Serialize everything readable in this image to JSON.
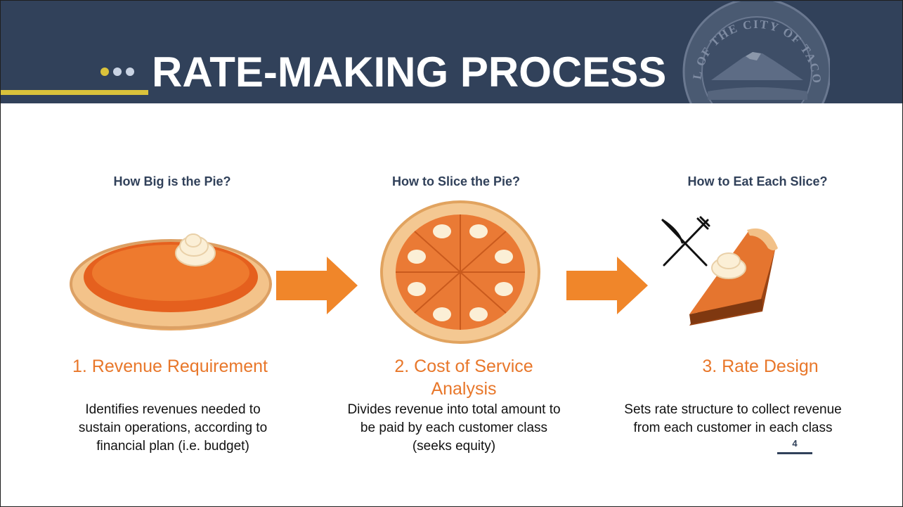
{
  "header": {
    "title": "RATE-MAKING PROCESS",
    "seal_text": "SEAL OF THE CITY OF TACOMA",
    "colors": {
      "bg": "#31415a",
      "accent": "#dac23b",
      "dots": [
        "#dac23b",
        "#c9d3e3",
        "#c9d3e3"
      ]
    }
  },
  "columns": [
    {
      "question": "How Big is the Pie?",
      "step": "1. Revenue Requirement",
      "description_lines": [
        "Identifies revenues needed to",
        "sustain operations, according to",
        "financial plan (i.e. budget)"
      ],
      "image": "whole-pie-icon"
    },
    {
      "question": "How to Slice the Pie?",
      "step_lines": [
        "2. Cost of Service",
        "Analysis"
      ],
      "description_lines": [
        "Divides revenue into total amount to",
        "be paid by each customer class",
        "(seeks equity)"
      ],
      "image": "sliced-pie-icon"
    },
    {
      "question": "How to Eat Each Slice?",
      "step": "3. Rate Design",
      "description_lines": [
        "Sets rate structure to collect revenue",
        "from each customer in each class"
      ],
      "image": "pie-slice-with-utensils-icon"
    }
  ],
  "arrows": [
    "arrow-right-icon",
    "arrow-right-icon"
  ],
  "page_number": "4",
  "colors": {
    "step_text": "#e8772a",
    "question_text": "#31415a",
    "arrow": "#f0862a"
  }
}
